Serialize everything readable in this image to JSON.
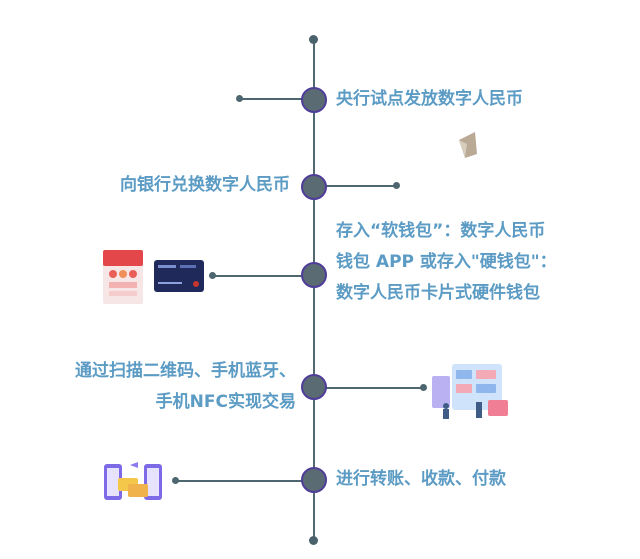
{
  "steps": [
    {
      "text": "央行试点发放数字人民币",
      "side": "right"
    },
    {
      "text": "向银行兑换数字人民币",
      "side": "left"
    },
    {
      "text": "存入“软钱包”：数字人民币钱包 APP 或存入\"硬钱包\"：数字人民币卡片式硬件钱包",
      "side": "right"
    },
    {
      "text": "通过扫描二维码、手机蓝牙、手机NFC实现交易",
      "side": "left"
    },
    {
      "text": "进行转账、收款、付款",
      "side": "right"
    }
  ],
  "icons": {
    "step1": "ribbon-icon",
    "step3_a": "wallet-app-screen-icon",
    "step3_b": "bank-card-icon",
    "step4": "qr-shopping-icon",
    "step5": "phone-transfer-icon"
  },
  "colors": {
    "text": "#5b9bc4",
    "axis": "#516872",
    "node_fill": "#5b6b74",
    "node_ring": "#4f3d9a"
  }
}
